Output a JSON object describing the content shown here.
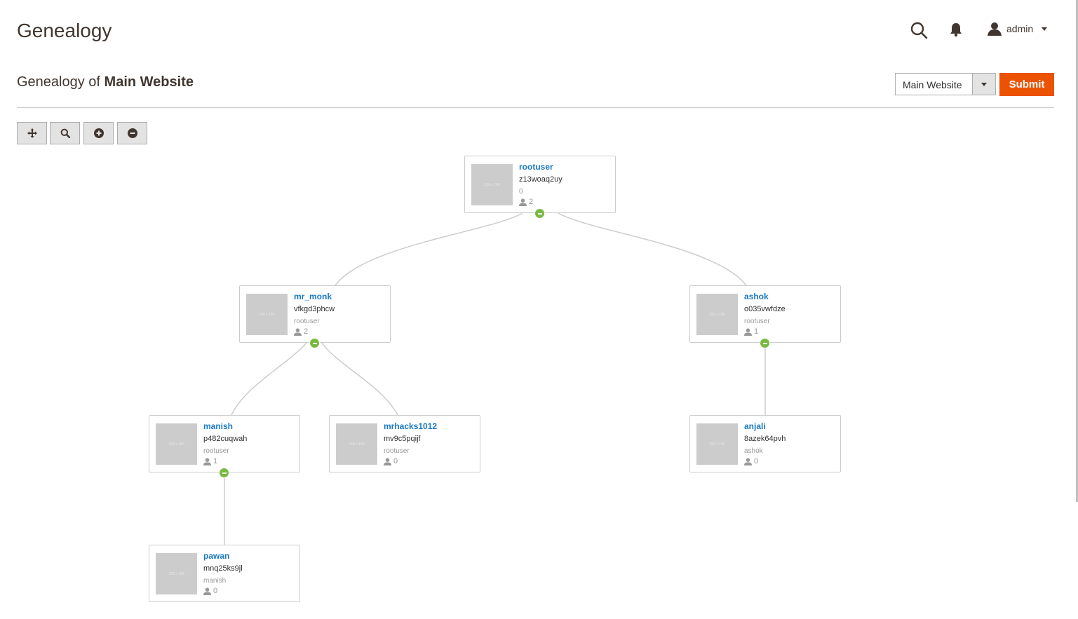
{
  "header": {
    "title": "Genealogy",
    "user_name": "admin"
  },
  "subheader": {
    "prefix": "Genealogy of",
    "website": "Main Website"
  },
  "website_select": {
    "selected": "Main Website"
  },
  "submit_label": "Submit",
  "toolbar": [
    "move-icon",
    "search-icon",
    "zoom-in-icon",
    "zoom-out-icon"
  ],
  "colors": {
    "accent": "#eb5202",
    "link": "#1979c3",
    "toggle": "#79b93f"
  },
  "tree": {
    "nodes": {
      "rootuser": {
        "name": "rootuser",
        "code": "z13woaq2uy",
        "parent": "0",
        "children": "2",
        "thumb": "150 x 150"
      },
      "mr_monk": {
        "name": "mr_monk",
        "code": "vfkgd3phcw",
        "parent": "rootuser",
        "children": "2",
        "thumb": "150 x 150"
      },
      "ashok": {
        "name": "ashok",
        "code": "o035vwfdze",
        "parent": "rootuser",
        "children": "1",
        "thumb": "150 x 150"
      },
      "manish": {
        "name": "manish",
        "code": "p482cuqwah",
        "parent": "rootuser",
        "children": "1",
        "thumb": "150 x 150"
      },
      "mrhacks1012": {
        "name": "mrhacks1012",
        "code": "mv9c5pqijf",
        "parent": "rootuser",
        "children": "0",
        "thumb": "150 x 150"
      },
      "anjali": {
        "name": "anjali",
        "code": "8azek64pvh",
        "parent": "ashok",
        "children": "0",
        "thumb": "150 x 150"
      },
      "pawan": {
        "name": "pawan",
        "code": "mnq25ks9jl",
        "parent": "manish",
        "children": "0",
        "thumb": "150 x 150"
      }
    }
  }
}
